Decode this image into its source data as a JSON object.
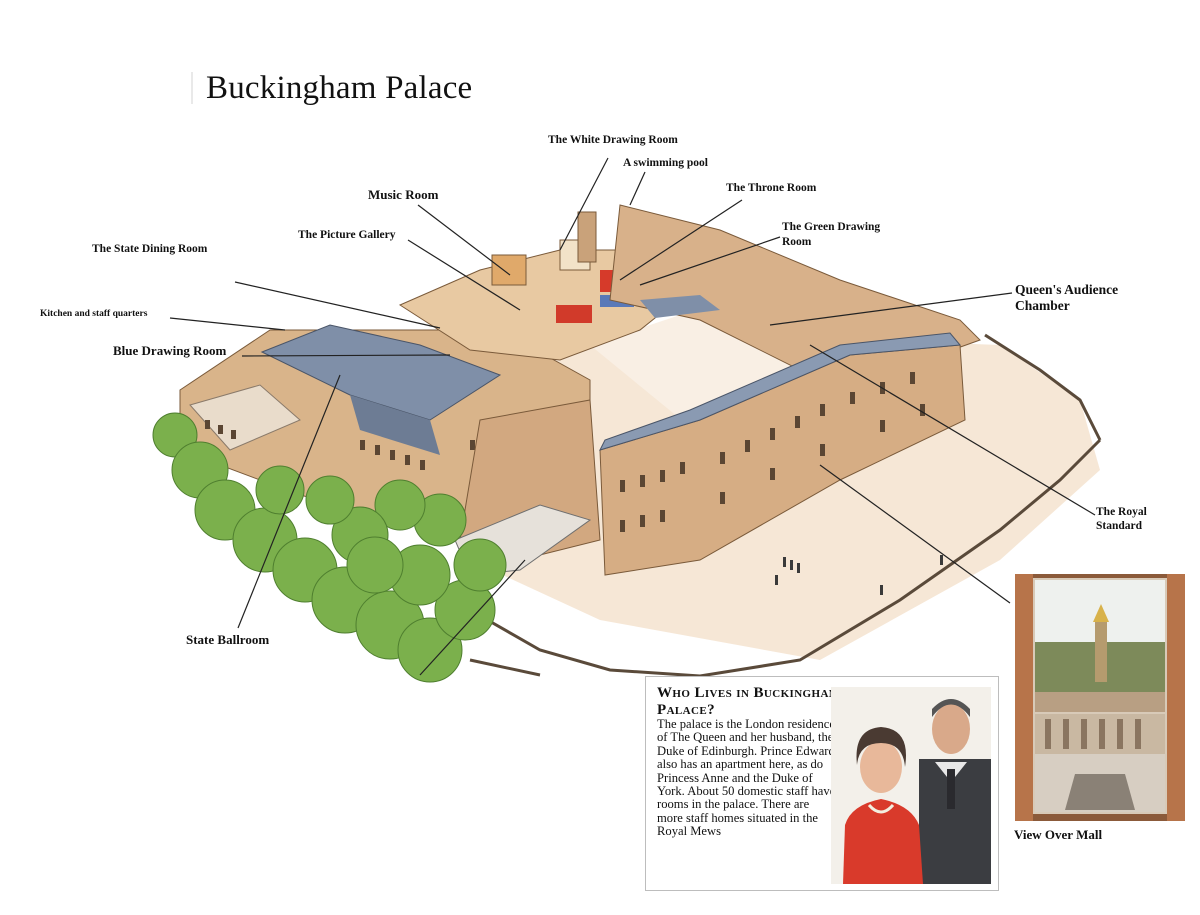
{
  "title": "Buckingham Palace",
  "labels": {
    "white_drawing_room": "The White Drawing Room",
    "swimming_pool": "A swimming pool",
    "throne_room": "The Throne Room",
    "music_room": "Music Room",
    "green_drawing_room_1": "The Green Drawing",
    "green_drawing_room_2": "Room",
    "picture_gallery": "The Picture Gallery",
    "state_dining_room": "The State Dining Room",
    "queens_audience_1": "Queen's Audience",
    "queens_audience_2": "Chamber",
    "kitchen": "Kitchen and staff quarters",
    "blue_drawing_room": "Blue Drawing Room",
    "royal_standard_1": "The Royal",
    "royal_standard_2": "Standard",
    "state_ballroom": "State Ballroom",
    "view_over_mall": "View Over Mall"
  },
  "info": {
    "heading_1": "Who Lives in Buckingham",
    "heading_2": "Palace?",
    "body": "The palace is the London residence of The Queen and her husband, the Duke of Edinburgh. Prince Edward also has an apartment here, as do Princess Anne and the Duke of York. About 50 domestic staff have rooms in the palace. There are more staff homes situated in the Royal Mews"
  },
  "colors": {
    "stone": "#d9b48a",
    "stone_dark": "#b07a4e",
    "roof_blue": "#7f8fa8",
    "courtyard": "#f8ecdf",
    "trees": "#7bb04c",
    "red_room": "#d63a2a"
  }
}
